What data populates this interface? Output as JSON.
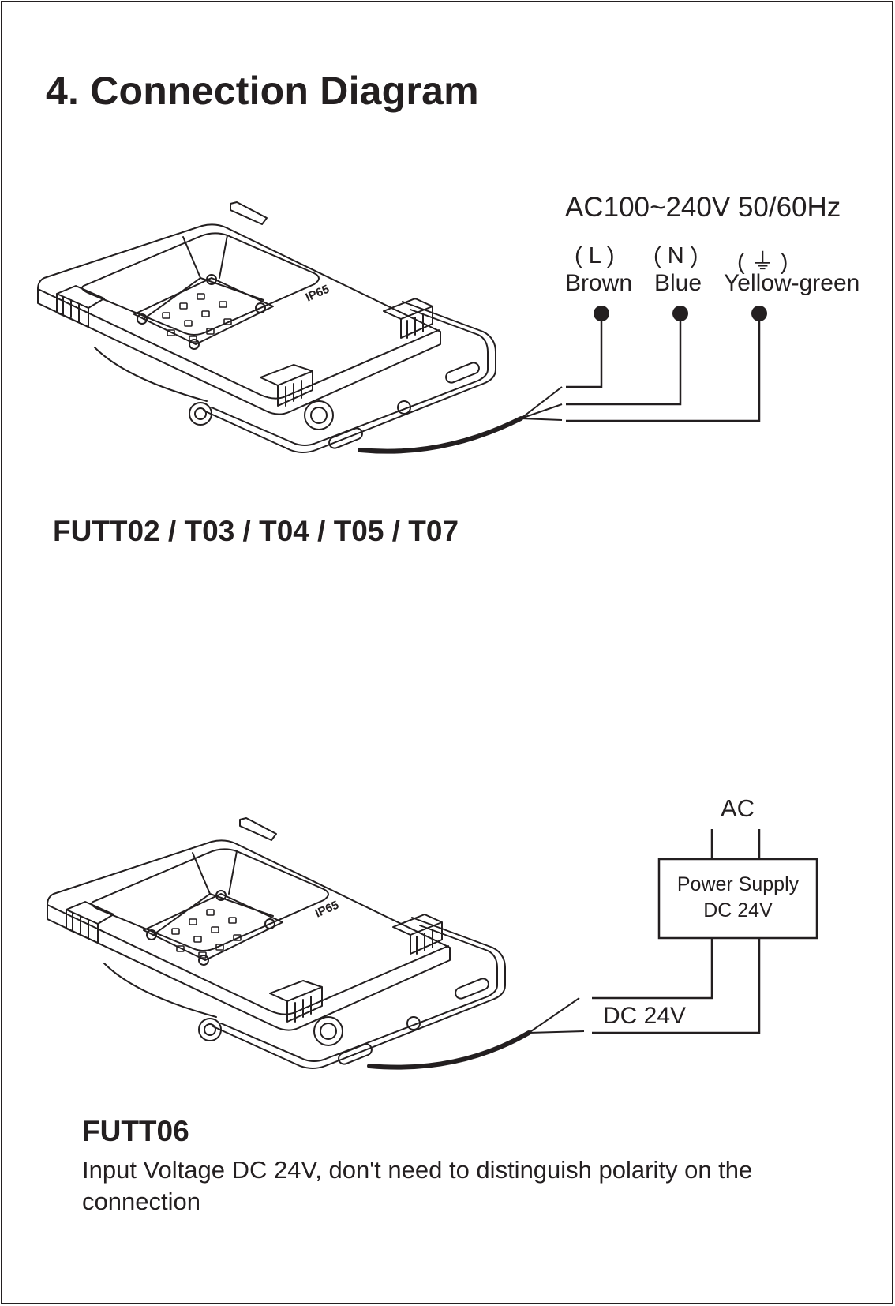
{
  "title": "4. Connection Diagram",
  "section1": {
    "models": "FUTT02 / T03 / T04 / T05 / T07",
    "product_mark": "IP65",
    "supply_spec": "AC100~240V  50/60Hz",
    "wires": [
      {
        "code": "( L )",
        "color": "Brown"
      },
      {
        "code": "( N )",
        "color": "Blue"
      },
      {
        "code": "( ⏚ )",
        "color": "Yellow-green"
      }
    ]
  },
  "section2": {
    "models": "FUTT06",
    "product_mark": "IP65",
    "ac_label": "AC",
    "psu_line1": "Power Supply",
    "psu_line2": "DC 24V",
    "output_label": "DC 24V",
    "note": "Input Voltage DC 24V, don't need to distinguish polarity on the connection"
  }
}
